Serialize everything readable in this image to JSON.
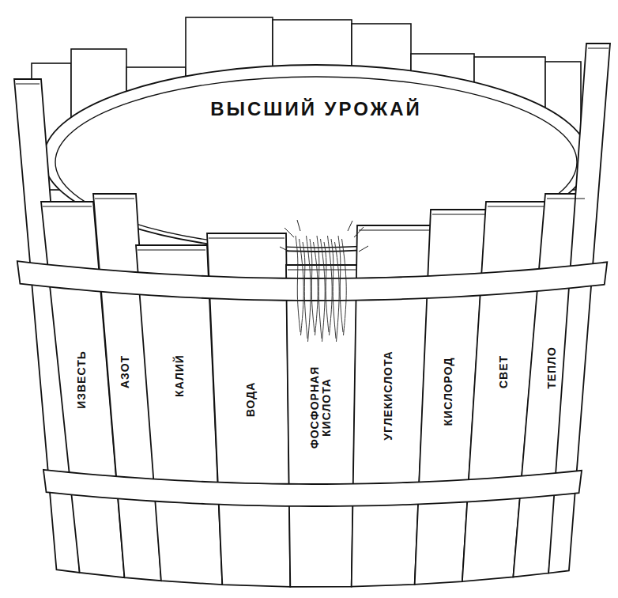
{
  "diagram": {
    "nodes": [
      {
        "text": [
          "ИЗВЕСТЬ"
        ]
      },
      {
        "text": [
          "АЗОТ"
        ]
      },
      {
        "text": [
          "КАЛИЙ"
        ]
      },
      {
        "text": [
          "ВОДА"
        ]
      },
      {
        "text": [
          "ФОСФОРНАЯ КИСЛОТА"
        ]
      },
      {
        "text": [
          "УГЛЕКИСЛОТА"
        ]
      },
      {
        "text": [
          "КИСЛОРОД"
        ]
      },
      {
        "text": [
          "СВЕТ"
        ]
      },
      {
        "text": [
          "ТЕПЛО"
        ]
      }
    ],
    "labels": [
      "ВЫСШИЙ УРОЖАЙ"
    ]
  }
}
